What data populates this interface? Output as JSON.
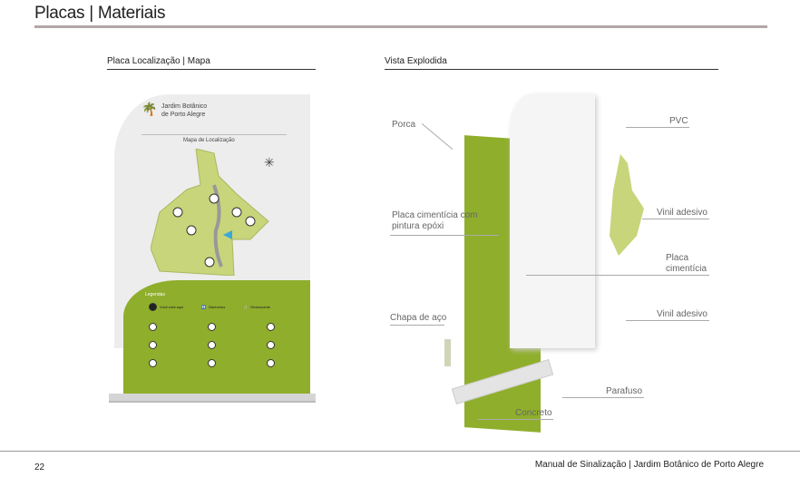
{
  "header": {
    "title": "Placas | Materiais"
  },
  "left": {
    "heading": "Placa Localização | Mapa",
    "sign": {
      "brand_line1": "Jardim Botânico",
      "brand_line2": "de Porto Alegre",
      "map_title": "Mapa de Localização",
      "legend_title": "Legendas",
      "legend_top": [
        "Você está aqui",
        "Banheiros",
        "Restaurante"
      ]
    }
  },
  "right": {
    "heading": "Vista Explodida",
    "labels": {
      "porca": "Porca",
      "placa_epoxi_1": "Placa cimentícia com",
      "placa_epoxi_2": "pintura epóxi",
      "chapa": "Chapa de aço",
      "pvc": "PVC",
      "vinil1": "Vinil adesivo",
      "placa1": "Placa",
      "placa2": "cimentícia",
      "vinil2": "Vinil adesivo",
      "parafuso": "Parafuso",
      "concreto": "Concreto"
    }
  },
  "footer": {
    "page": "22",
    "text": "Manual de Sinalização | Jardim Botânico de Porto Alegre"
  },
  "colors": {
    "green": "#8fae2c",
    "map": "#c8d57a",
    "rule": "#b3a6a6"
  }
}
